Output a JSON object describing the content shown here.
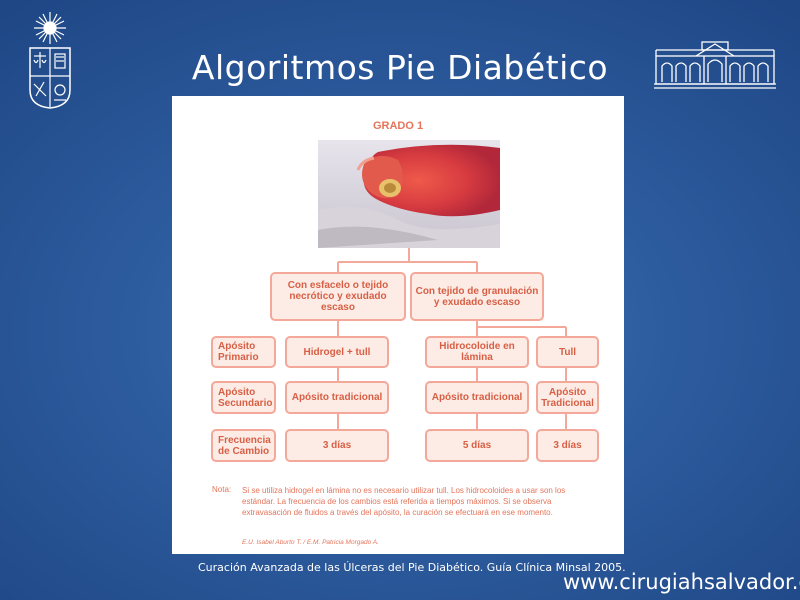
{
  "slide": {
    "title": "Algoritmos Pie Diabético",
    "caption": "Curación Avanzada de las Úlceras del Pie Diabético. Guía Clínica Minsal 2005.",
    "website": "www.cirugiahsalvador.cl"
  },
  "figure": {
    "grade": "GRADO 1",
    "branches": [
      "Con esfacelo o tejido necrótico y exudado escaso",
      "Con tejido de granulación y exudado escaso"
    ],
    "row_labels": {
      "primary": "Apósito Primario",
      "secondary": "Apósito Secundario",
      "frequency": "Frecuencia de Cambio"
    },
    "columns": [
      {
        "primary": "Hidrogel + tull",
        "secondary": "Apósito tradicional",
        "frequency": "3 días"
      },
      {
        "primary": "Hidrocoloide en lámina",
        "secondary": "Apósito tradicional",
        "frequency": "5 días"
      },
      {
        "primary": "Tull",
        "secondary": "Apósito Tradicional",
        "frequency": "3 días"
      }
    ],
    "note_label": "Nota:",
    "note_text": "Si se utiliza hidrogel en lámina no es necesario utilizar tull. Los hidrocoloides a usar son los estándar. La frecuencia de los cambios está referida a tiempos máximos. Si se observa extravasación de fluidos a través del apósito, la curación se efectuará en ese momento.",
    "credits": "E.U. Isabel Aburto T. / E.M. Patricia Morgado A."
  },
  "colors": {
    "background": "#2d5c9e",
    "box_border": "#f3a89a",
    "box_fill": "#fdece5",
    "box_text": "#d75f45"
  }
}
